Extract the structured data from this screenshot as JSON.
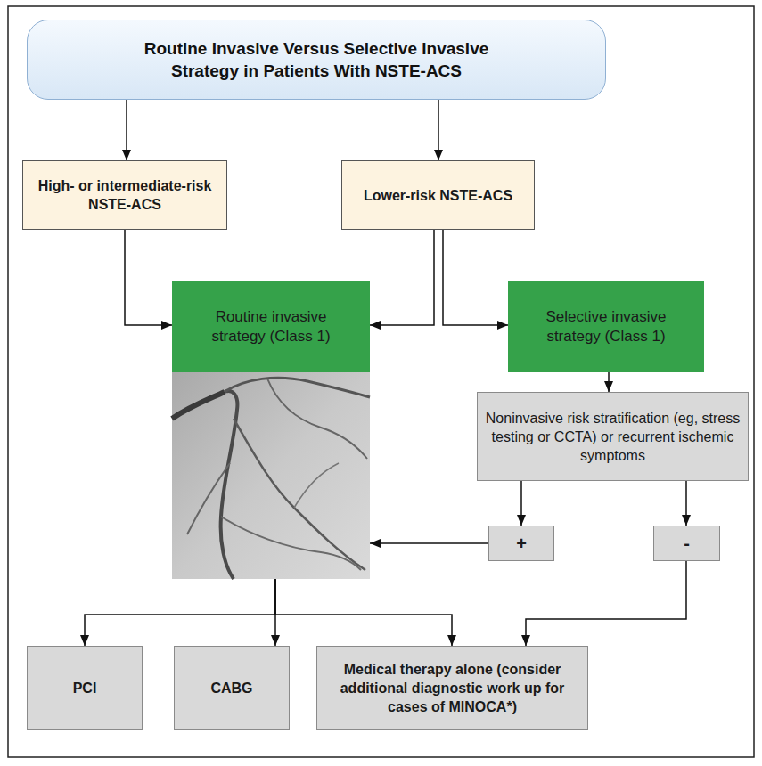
{
  "diagram": {
    "nodes": [
      {
        "text": [
          "Routine Invasive Versus Selective Invasive Strategy in Patients With NSTE-ACS"
        ]
      },
      {
        "text": [
          "High- or intermediate-risk NSTE-ACS"
        ]
      },
      {
        "text": [
          "Lower-risk NSTE-ACS"
        ]
      },
      {
        "text": [
          "Routine invasive strategy (Class 1)"
        ]
      },
      {
        "text": [
          "Selective invasive strategy (Class 1)"
        ]
      },
      {
        "text": [
          "Noninvasive risk stratification (eg, stress testing or CCTA) or recurrent ischemic symptoms"
        ]
      },
      {
        "text": [
          "+"
        ]
      },
      {
        "text": [
          "-"
        ]
      },
      {
        "text": [
          "PCI"
        ]
      },
      {
        "text": [
          "CABG"
        ]
      },
      {
        "text": [
          "Medical therapy alone (consider additional diagnostic work up for cases of MINOCA*)"
        ]
      }
    ],
    "edges": [
      {
        "from": 0,
        "to": 1,
        "arrow": "to"
      },
      {
        "from": 0,
        "to": 2,
        "arrow": "to"
      },
      {
        "from": 1,
        "to": 3,
        "arrow": "to"
      },
      {
        "from": 2,
        "to": 3,
        "arrow": "to"
      },
      {
        "from": 2,
        "to": 4,
        "arrow": "to"
      },
      {
        "from": 4,
        "to": 5,
        "arrow": "to"
      },
      {
        "from": 5,
        "to": 6,
        "arrow": "to"
      },
      {
        "from": 5,
        "to": 7,
        "arrow": "to"
      },
      {
        "from": 6,
        "to": 3,
        "arrow": "to"
      },
      {
        "from": 3,
        "to": 8,
        "arrow": "to"
      },
      {
        "from": 3,
        "to": 9,
        "arrow": "to"
      },
      {
        "from": 3,
        "to": 10,
        "arrow": "to"
      },
      {
        "from": 7,
        "to": 10,
        "arrow": "to"
      }
    ]
  }
}
